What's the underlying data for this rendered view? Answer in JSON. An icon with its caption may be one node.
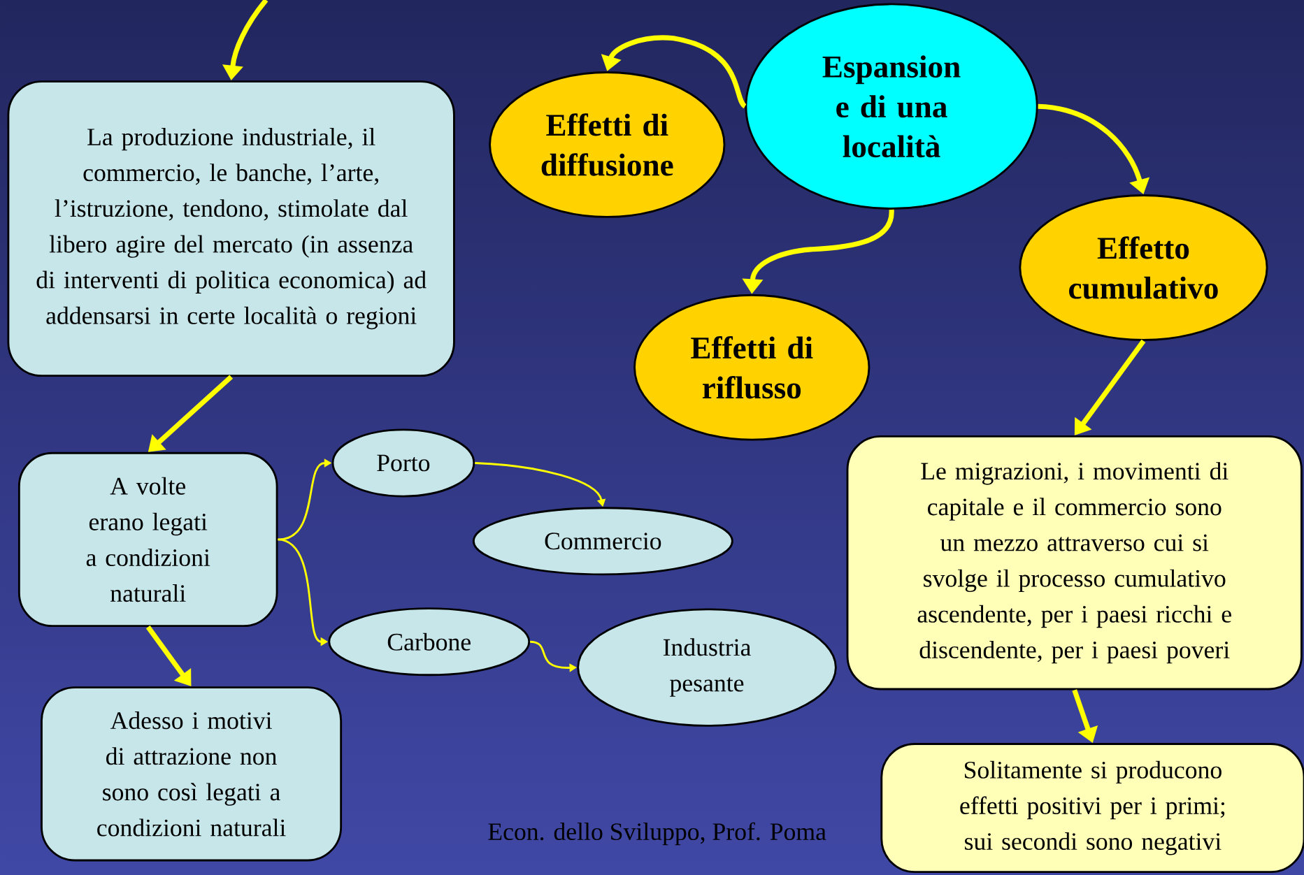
{
  "diagram": {
    "nodes": [
      {
        "text": [
          "La produzione industriale, il commercio, le banche, l’arte, l’istruzione, tendono, stimolate dal libero agire del mercato (in assenza di interventi di politica economica) ad addensarsi in certe località o regioni"
        ]
      },
      {
        "text": [
          "Effetti di diffusione"
        ]
      },
      {
        "text": [
          "Espansion e di una località"
        ]
      },
      {
        "text": [
          "Effetto cumulativo"
        ]
      },
      {
        "text": [
          "Effetti di riflusso"
        ]
      },
      {
        "text": [
          "A volte erano legati a condizioni naturali"
        ]
      },
      {
        "text": [
          "Porto"
        ]
      },
      {
        "text": [
          "Commercio"
        ]
      },
      {
        "text": [
          "Carbone"
        ]
      },
      {
        "text": [
          "Industria pesante"
        ]
      },
      {
        "text": [
          "Le migrazioni, i movimenti di capitale e il commercio sono un mezzo attraverso cui si svolge il processo cumulativo ascendente, per i paesi ricchi e discendente, per i paesi poveri"
        ]
      },
      {
        "text": [
          "Adesso i motivi di attrazione non sono così legati a condizioni naturali"
        ]
      },
      {
        "text": [
          "Solitamente si producono effetti positivi per i primi; sui secondi sono negativi"
        ]
      }
    ],
    "edges": [
      {
        "from": null,
        "to": 0,
        "arrow": "to"
      },
      {
        "from": 2,
        "to": 1,
        "arrow": "to"
      },
      {
        "from": 2,
        "to": 3,
        "arrow": "to"
      },
      {
        "from": 2,
        "to": 4,
        "arrow": "to"
      },
      {
        "from": 3,
        "to": 10,
        "arrow": "to"
      },
      {
        "from": 10,
        "to": 12,
        "arrow": "to"
      },
      {
        "from": 0,
        "to": 5,
        "arrow": "to"
      },
      {
        "from": 5,
        "to": 11,
        "arrow": "to"
      },
      {
        "from": 5,
        "to": 6,
        "arrow": "to"
      },
      {
        "from": 5,
        "to": 8,
        "arrow": "to"
      },
      {
        "from": 6,
        "to": 7,
        "arrow": "to"
      },
      {
        "from": 8,
        "to": 9,
        "arrow": "to"
      }
    ],
    "labels": [
      "Econ. dello Sviluppo, Prof. Poma"
    ]
  }
}
